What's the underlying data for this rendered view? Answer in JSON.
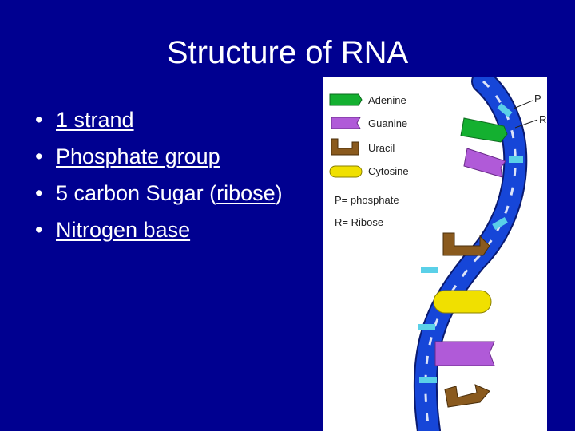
{
  "slide": {
    "title": "Structure of RNA",
    "bullets": [
      {
        "pre": "1 strand",
        "link": "",
        "post": ""
      },
      {
        "pre": "Phosphate group",
        "link": "",
        "post": ""
      },
      {
        "pre": "5 carbon Sugar (",
        "link": "ribose",
        "post": ")"
      },
      {
        "pre": "Nitrogen base",
        "link": "",
        "post": ""
      }
    ],
    "bullet_glyph": "•"
  },
  "diagram": {
    "legend": {
      "adenine": "Adenine",
      "guanine": "Guanine",
      "uracil": "Uracil",
      "cytosine": "Cytosine",
      "phosphate": "P= phosphate",
      "ribose": "R= Ribose"
    },
    "callout_p": "P",
    "callout_r": "R",
    "colors": {
      "background": "#000090",
      "adenine": "#14b030",
      "guanine": "#b05ad8",
      "uracil": "#8a5a1e",
      "cytosine": "#f0e000",
      "strand": "#1646d8",
      "ribose": "#5ad0e8"
    }
  }
}
